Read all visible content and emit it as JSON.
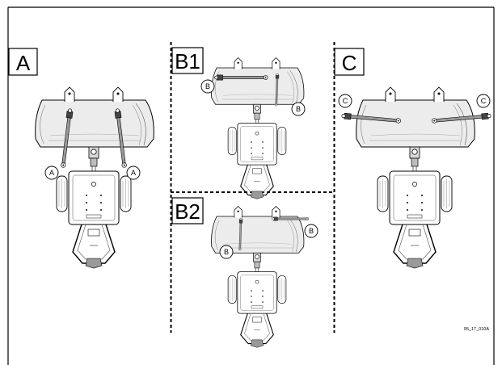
{
  "panels": {
    "a": {
      "label": "A",
      "callout": "A"
    },
    "b1": {
      "label": "B1",
      "callout": "B"
    },
    "b2": {
      "label": "B2",
      "callout": "B"
    },
    "c": {
      "label": "C",
      "callout": "C"
    }
  },
  "figure_code": "95_17_010A"
}
